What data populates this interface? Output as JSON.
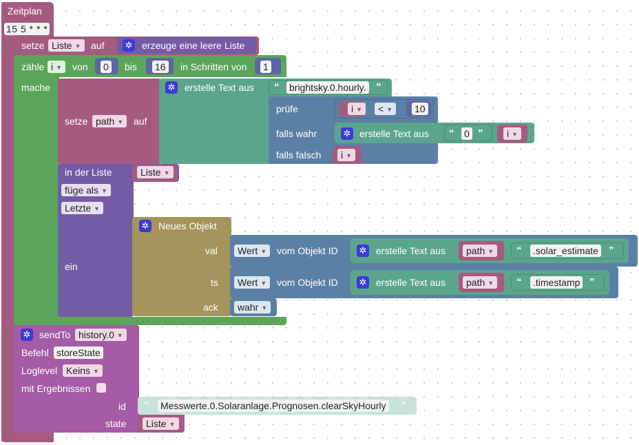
{
  "trigger": {
    "label": "Zeitplan",
    "cron": "15 5 * * *"
  },
  "set_list": {
    "setze": "setze",
    "variable": "Liste",
    "auf": "auf",
    "create_label": "erzeuge eine leere Liste"
  },
  "count": {
    "zaehle": "zähle",
    "variable": "i",
    "von": "von",
    "from": "0",
    "bis": "bis",
    "to": "16",
    "step_label": "in Schritten von",
    "step": "1",
    "mache": "mache"
  },
  "set_path": {
    "setze": "setze",
    "variable": "path",
    "auf": "auf",
    "join_label": "erstelle Text aus",
    "text1": "brightsky.0.hourly.",
    "pruefe": "prüfe",
    "cond_var": "i",
    "op": "<",
    "cond_val": "10",
    "falls_wahr": "falls wahr",
    "inner_join": "erstelle Text aus",
    "zero": "0",
    "inner_var": "i",
    "falls_falsch": "falls falsch",
    "false_var": "i"
  },
  "list_insert": {
    "in_der_liste": "in der Liste",
    "list_var": "Liste",
    "fuege_als": "füge als",
    "position": "Letzte",
    "ein": "ein"
  },
  "new_object": {
    "label": "Neues Objekt",
    "val_key": "val",
    "ts_key": "ts",
    "ack_key": "ack",
    "val": {
      "prop": "Wert",
      "vom": "vom Objekt ID",
      "join": "erstelle Text aus",
      "var": "path",
      "text": ".solar_estimate"
    },
    "ts": {
      "prop": "Wert",
      "vom": "vom Objekt ID",
      "join": "erstelle Text aus",
      "var": "path",
      "text": ".timestamp"
    },
    "ack": "wahr"
  },
  "send_to": {
    "label": "sendTo",
    "instance": "history.0",
    "befehl_label": "Befehl",
    "befehl": "storeState",
    "loglevel_label": "Loglevel",
    "loglevel": "Keins",
    "results_label": "mit Ergebnissen",
    "id_label": "id",
    "id_value": "Messwerte.0.Solaranlage.Prognosen.clearSkyHourly",
    "state_label": "state",
    "state_var": "Liste"
  },
  "colors": {
    "trigger": "#a55b80",
    "variable": "#a55b80",
    "loop": "#5ba55b",
    "text": "#5ba58c",
    "logic": "#5b80a5",
    "math": "#5b67a5",
    "list": "#745ba5",
    "object": "#a5945b",
    "sendto": "#a55ba5",
    "gear": "#3b3bd4"
  }
}
